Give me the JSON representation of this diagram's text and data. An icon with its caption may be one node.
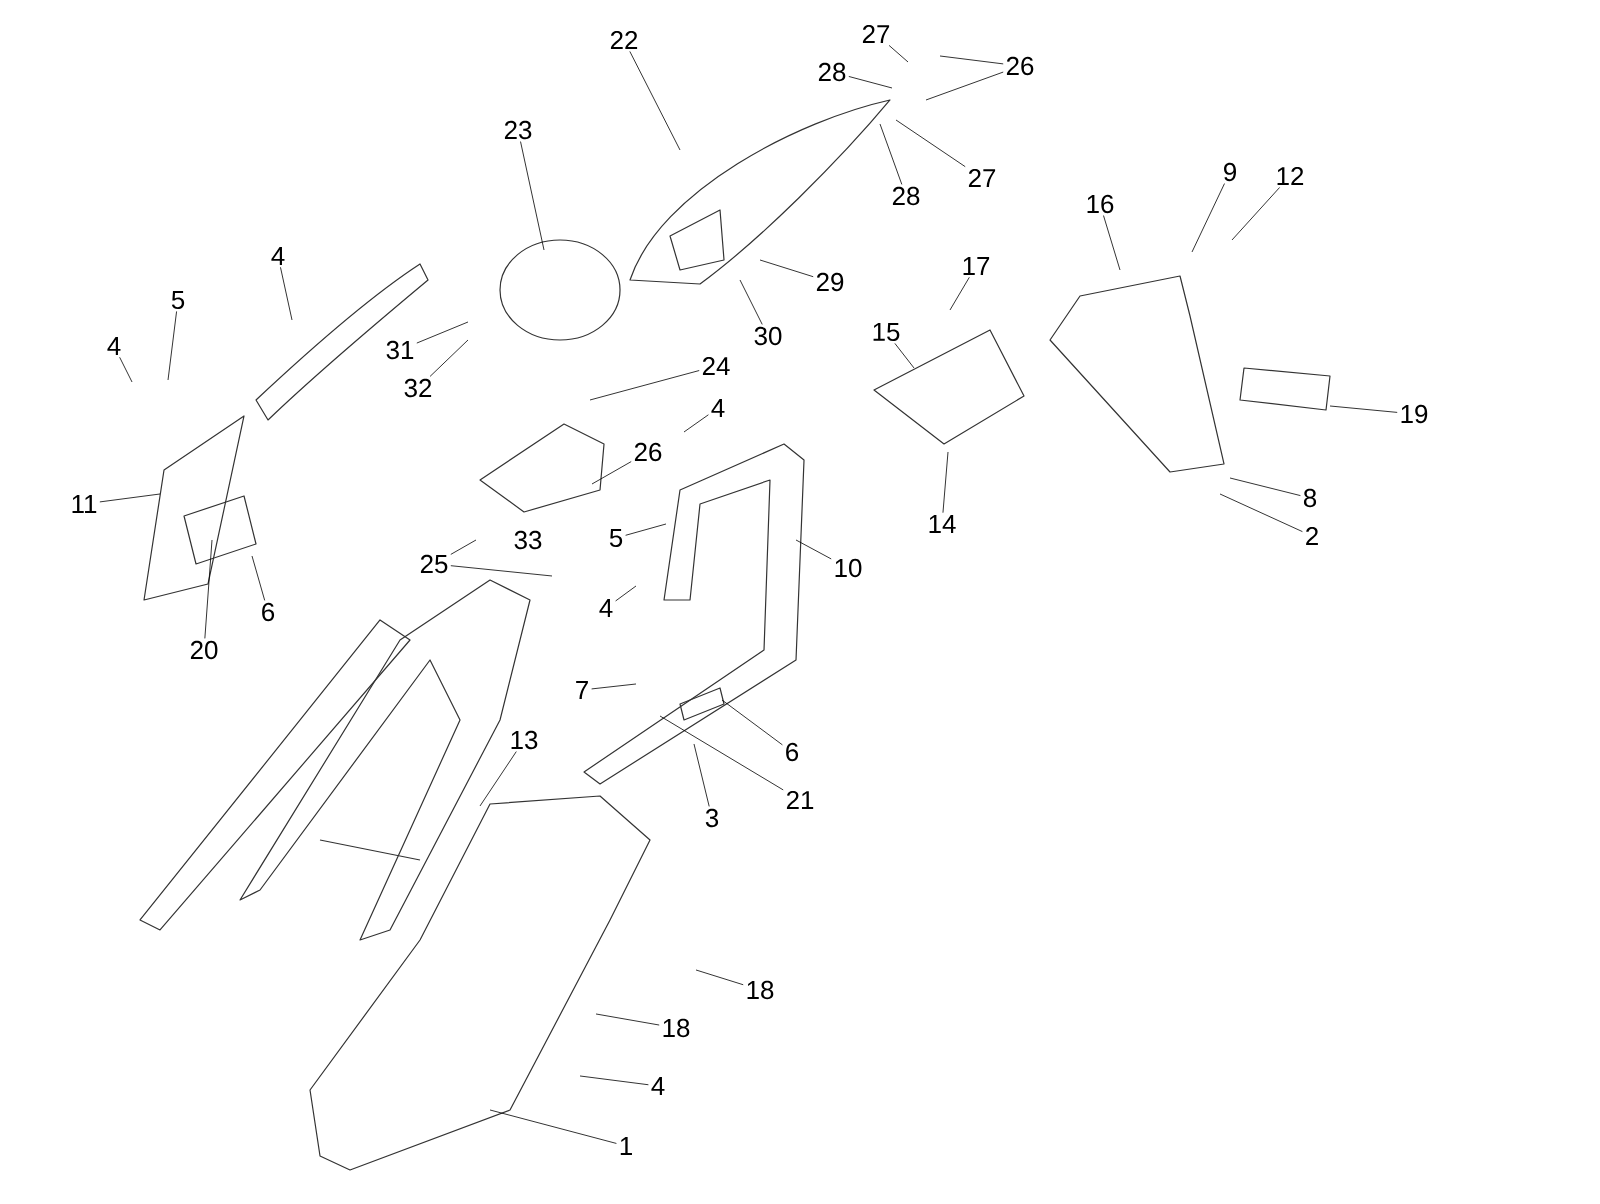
{
  "diagram": {
    "nodes": [
      {
        "text": [
          "27"
        ]
      },
      {
        "text": [
          "22"
        ]
      },
      {
        "text": [
          "26"
        ]
      },
      {
        "text": [
          "28"
        ]
      },
      {
        "text": [
          "23"
        ]
      },
      {
        "text": [
          "9"
        ]
      },
      {
        "text": [
          "12"
        ]
      },
      {
        "text": [
          "27"
        ]
      },
      {
        "text": [
          "28"
        ]
      },
      {
        "text": [
          "16"
        ]
      },
      {
        "text": [
          "4"
        ]
      },
      {
        "text": [
          "17"
        ]
      },
      {
        "text": [
          "29"
        ]
      },
      {
        "text": [
          "5"
        ]
      },
      {
        "text": [
          "15"
        ]
      },
      {
        "text": [
          "30"
        ]
      },
      {
        "text": [
          "4"
        ]
      },
      {
        "text": [
          "31"
        ]
      },
      {
        "text": [
          "24"
        ]
      },
      {
        "text": [
          "32"
        ]
      },
      {
        "text": [
          "4"
        ]
      },
      {
        "text": [
          "19"
        ]
      },
      {
        "text": [
          "26"
        ]
      },
      {
        "text": [
          "8"
        ]
      },
      {
        "text": [
          "11"
        ]
      },
      {
        "text": [
          "14"
        ]
      },
      {
        "text": [
          "2"
        ]
      },
      {
        "text": [
          "5"
        ]
      },
      {
        "text": [
          "25"
        ]
      },
      {
        "text": [
          "10"
        ]
      },
      {
        "text": [
          "4"
        ]
      },
      {
        "text": [
          "6"
        ]
      },
      {
        "text": [
          "20"
        ]
      },
      {
        "text": [
          "7"
        ]
      },
      {
        "text": [
          "13"
        ]
      },
      {
        "text": [
          "6"
        ]
      },
      {
        "text": [
          "21"
        ]
      },
      {
        "text": [
          "3"
        ]
      },
      {
        "text": [
          "18"
        ]
      },
      {
        "text": [
          "18"
        ]
      },
      {
        "text": [
          "4"
        ]
      },
      {
        "text": [
          "1"
        ]
      }
    ],
    "edges": [
      {
        "from": 0,
        "to": null,
        "arrow": "none"
      },
      {
        "from": 1,
        "to": null,
        "arrow": "none"
      },
      {
        "from": 2,
        "to": null,
        "arrow": "none"
      },
      {
        "from": 2,
        "to": null,
        "arrow": "none"
      },
      {
        "from": 3,
        "to": null,
        "arrow": "none"
      },
      {
        "from": 4,
        "to": null,
        "arrow": "none"
      },
      {
        "from": 5,
        "to": null,
        "arrow": "none"
      },
      {
        "from": 6,
        "to": null,
        "arrow": "none"
      },
      {
        "from": 7,
        "to": null,
        "arrow": "none"
      },
      {
        "from": 8,
        "to": null,
        "arrow": "none"
      },
      {
        "from": 9,
        "to": null,
        "arrow": "none"
      },
      {
        "from": 10,
        "to": null,
        "arrow": "none"
      },
      {
        "from": 11,
        "to": null,
        "arrow": "none"
      },
      {
        "from": 12,
        "to": null,
        "arrow": "none"
      },
      {
        "from": 13,
        "to": null,
        "arrow": "none"
      },
      {
        "from": 14,
        "to": null,
        "arrow": "none"
      },
      {
        "from": 15,
        "to": null,
        "arrow": "none"
      },
      {
        "from": 16,
        "to": null,
        "arrow": "none"
      },
      {
        "from": 17,
        "to": null,
        "arrow": "none"
      },
      {
        "from": 18,
        "to": null,
        "arrow": "none"
      },
      {
        "from": 19,
        "to": null,
        "arrow": "none"
      },
      {
        "from": 20,
        "to": null,
        "arrow": "none"
      },
      {
        "from": 21,
        "to": null,
        "arrow": "none"
      },
      {
        "from": 22,
        "to": null,
        "arrow": "none"
      },
      {
        "from": 23,
        "to": null,
        "arrow": "none"
      },
      {
        "from": 24,
        "to": null,
        "arrow": "none"
      },
      {
        "from": 25,
        "to": null,
        "arrow": "none"
      },
      {
        "from": 26,
        "to": null,
        "arrow": "none"
      },
      {
        "from": 27,
        "to": null,
        "arrow": "none"
      },
      {
        "from": 28,
        "to": null,
        "arrow": "none"
      },
      {
        "from": 28,
        "to": null,
        "arrow": "none"
      },
      {
        "from": 29,
        "to": null,
        "arrow": "none"
      },
      {
        "from": 30,
        "to": null,
        "arrow": "none"
      },
      {
        "from": 31,
        "to": null,
        "arrow": "none"
      },
      {
        "from": 32,
        "to": null,
        "arrow": "none"
      },
      {
        "from": 33,
        "to": null,
        "arrow": "none"
      },
      {
        "from": 34,
        "to": null,
        "arrow": "none"
      },
      {
        "from": 35,
        "to": null,
        "arrow": "none"
      },
      {
        "from": 36,
        "to": null,
        "arrow": "none"
      },
      {
        "from": 37,
        "to": null,
        "arrow": "none"
      },
      {
        "from": 38,
        "to": null,
        "arrow": "none"
      },
      {
        "from": 39,
        "to": null,
        "arrow": "none"
      },
      {
        "from": 40,
        "to": null,
        "arrow": "none"
      },
      {
        "from": 41,
        "to": null,
        "arrow": "none"
      }
    ],
    "labels": [
      "33"
    ]
  }
}
